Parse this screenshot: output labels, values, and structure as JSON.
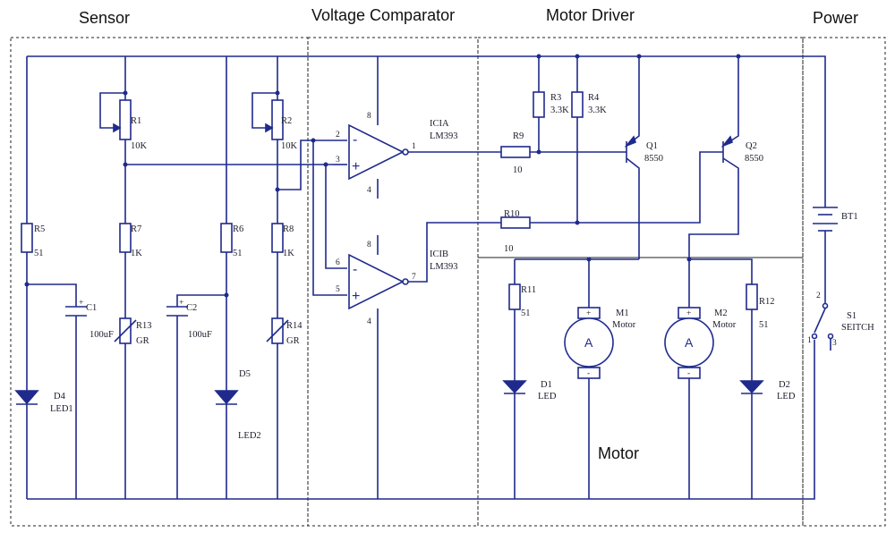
{
  "sections": {
    "sensor": "Sensor",
    "comparator": "Voltage Comparator",
    "driver": "Motor Driver",
    "power": "Power",
    "motor": "Motor"
  },
  "components": {
    "R1": {
      "name": "R1",
      "value": "10K"
    },
    "R2": {
      "name": "R2",
      "value": "10K"
    },
    "R3": {
      "name": "R3",
      "value": "3.3K"
    },
    "R4": {
      "name": "R4",
      "value": "3.3K"
    },
    "R5": {
      "name": "R5",
      "value": "51"
    },
    "R6": {
      "name": "R6",
      "value": "51"
    },
    "R7": {
      "name": "R7",
      "value": "1K"
    },
    "R8": {
      "name": "R8",
      "value": "1K"
    },
    "R9": {
      "name": "R9",
      "value": "10"
    },
    "R10": {
      "name": "R10",
      "value": "10"
    },
    "R11": {
      "name": "R11",
      "value": "51"
    },
    "R12": {
      "name": "R12",
      "value": "51"
    },
    "R13": {
      "name": "R13",
      "value": "GR"
    },
    "R14": {
      "name": "R14",
      "value": "GR"
    },
    "C1": {
      "name": "C1",
      "value": "100uF"
    },
    "C2": {
      "name": "C2",
      "value": "100uF"
    },
    "D4": {
      "name": "D4",
      "value": "LED1"
    },
    "D5": {
      "name": "D5",
      "value": "LED2"
    },
    "D1": {
      "name": "D1",
      "value": "LED"
    },
    "D2": {
      "name": "D2",
      "value": "LED"
    },
    "Q1": {
      "name": "Q1",
      "value": "8550"
    },
    "Q2": {
      "name": "Q2",
      "value": "8550"
    },
    "M1": {
      "name": "M1",
      "value": "Motor",
      "symbol": "A"
    },
    "M2": {
      "name": "M2",
      "value": "Motor",
      "symbol": "A"
    },
    "IC1A": {
      "name": "ICIA",
      "value": "LM393"
    },
    "IC1B": {
      "name": "ICIB",
      "value": "LM393"
    },
    "BT1": {
      "name": "BT1"
    },
    "S1": {
      "name": "S1",
      "value": "SEITCH"
    }
  },
  "pins": {
    "icA": {
      "in_minus": "2",
      "in_plus": "3",
      "out": "1",
      "vcc": "8",
      "gnd": "4"
    },
    "icB": {
      "in_minus": "6",
      "in_plus": "5",
      "out": "7",
      "vcc": "8",
      "gnd": "4"
    },
    "s1": {
      "p1": "1",
      "p2": "2",
      "p3": "3"
    }
  },
  "polarity": {
    "plus": "+",
    "minus": "-"
  },
  "colors": {
    "wire": "#1f2a8c",
    "border": "#222222"
  }
}
